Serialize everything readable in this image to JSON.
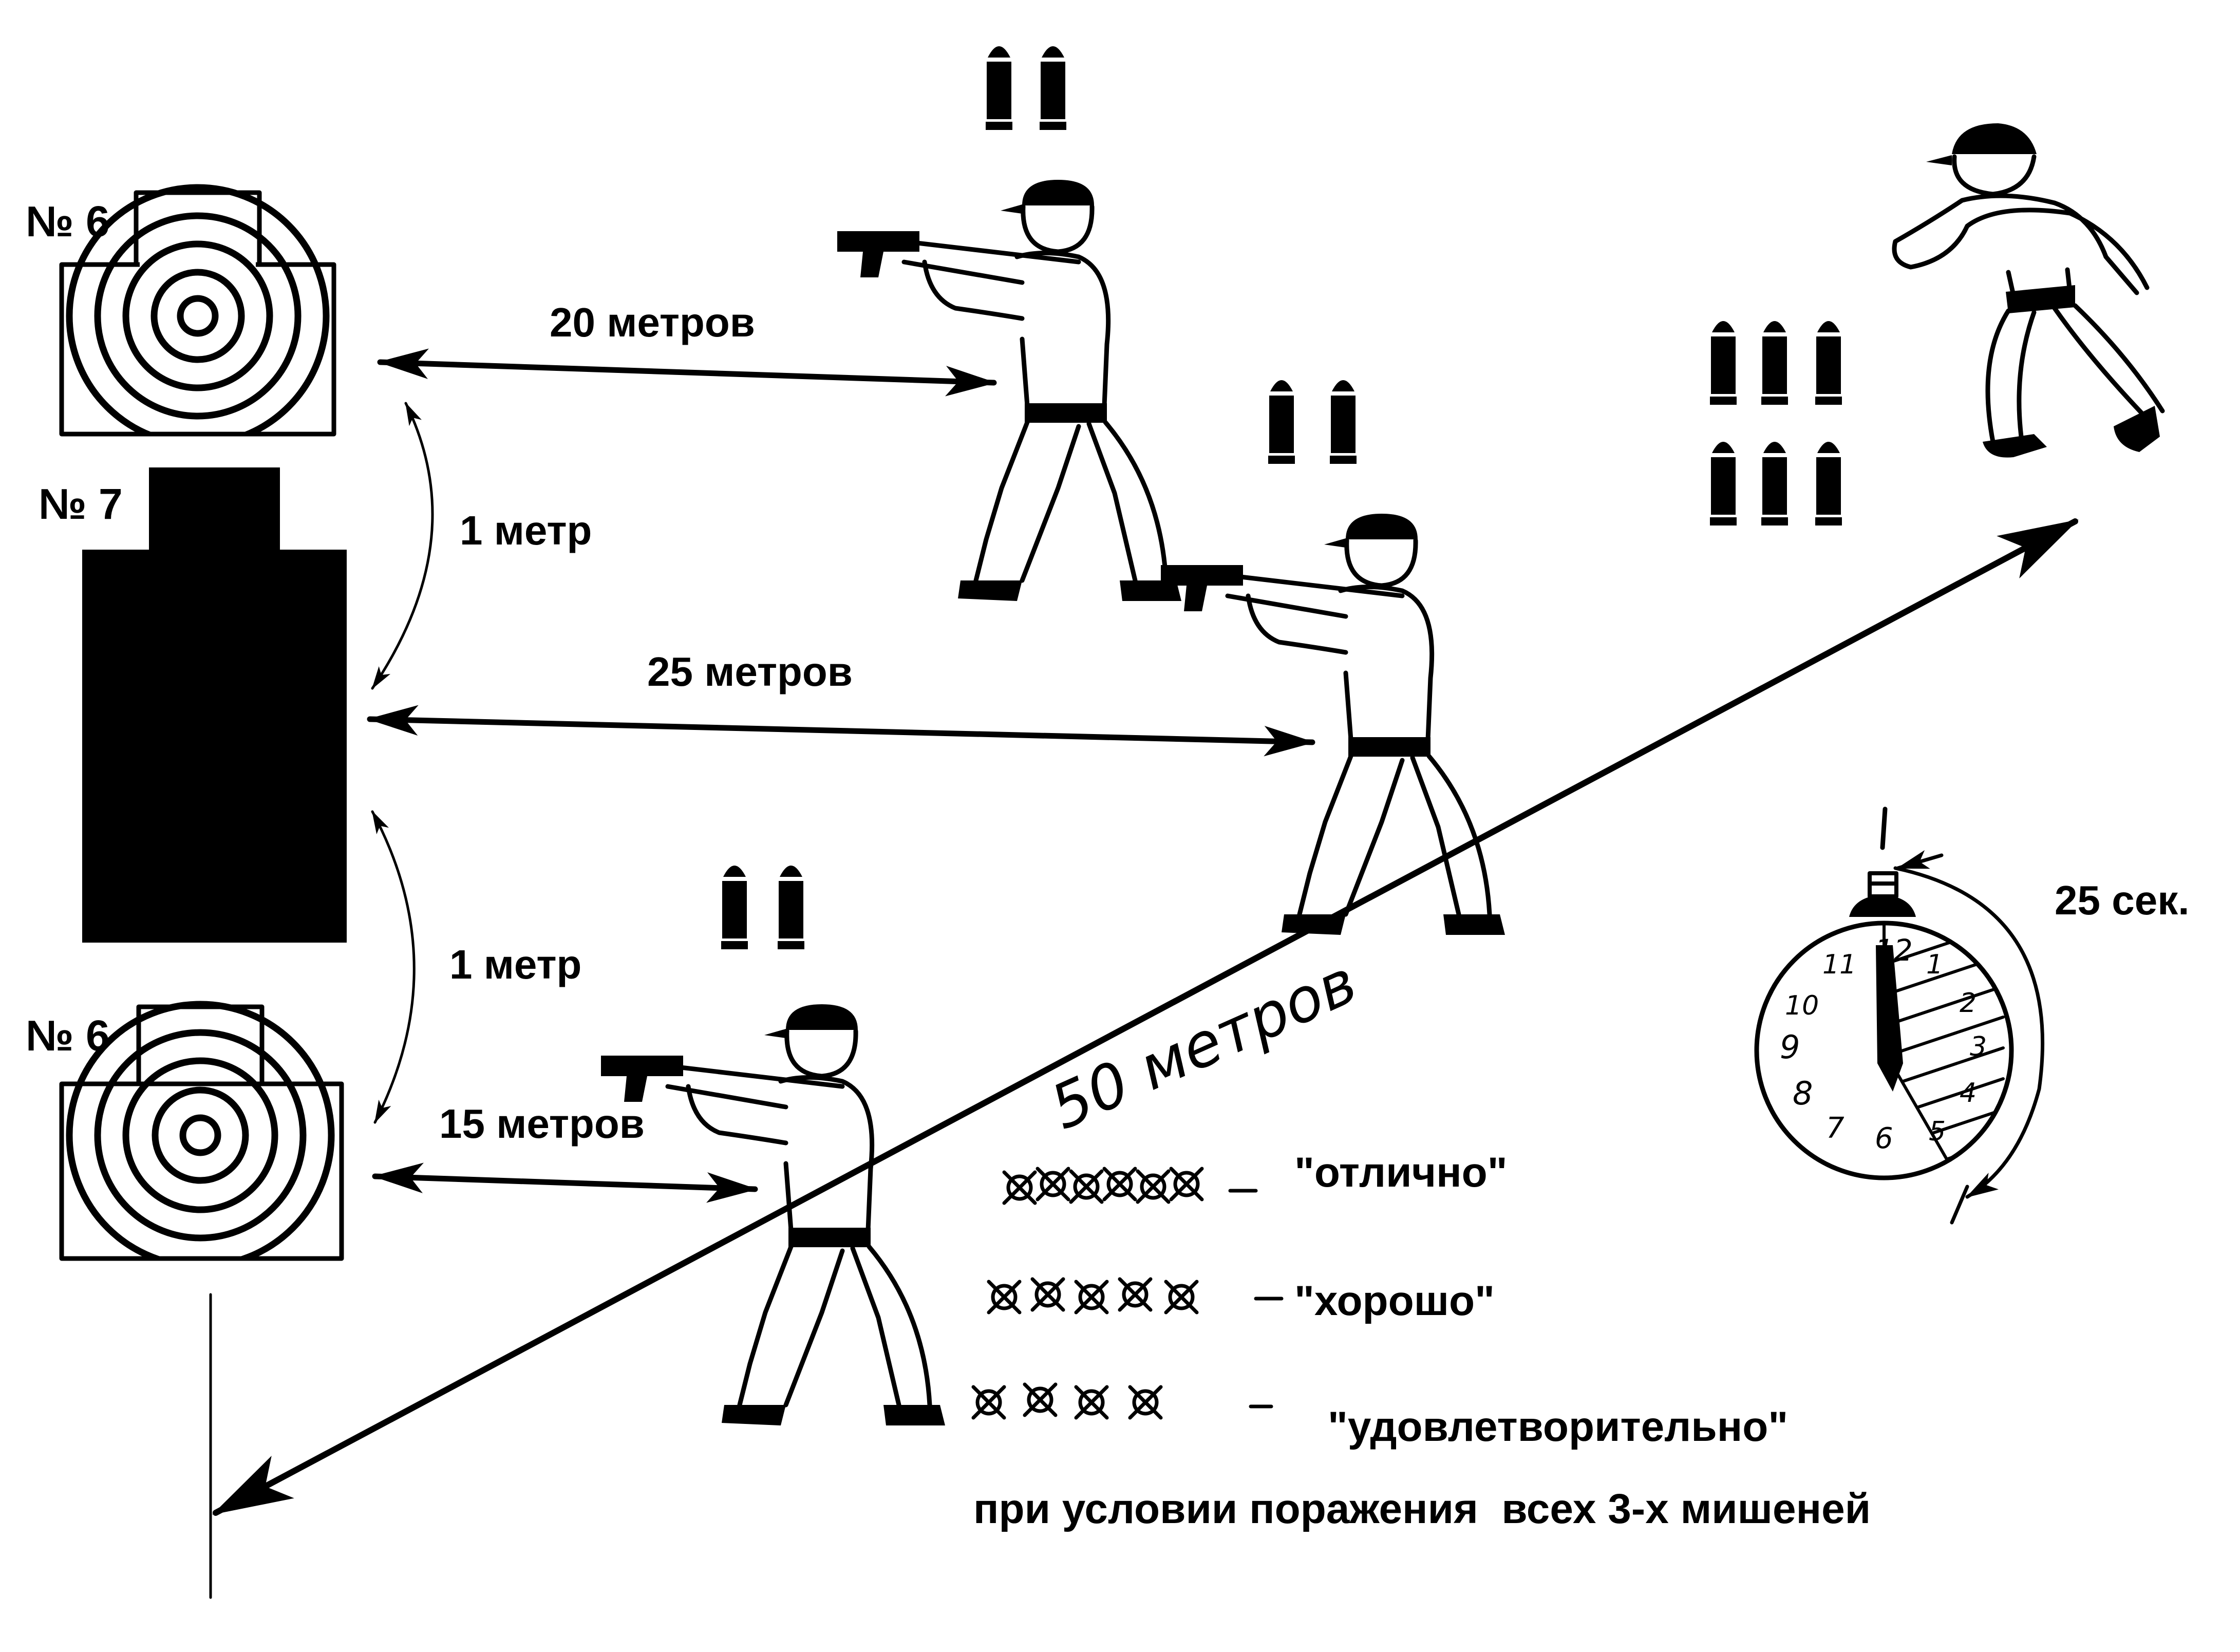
{
  "targets": {
    "top_target_label": "№ 6",
    "middle_target_label": "№ 7",
    "bottom_target_label": "№ 6"
  },
  "distances": {
    "d20": "20 метров",
    "d25": "25 метров",
    "d15": "15 метров",
    "d50": "50 метров",
    "gap_upper": "1 метр",
    "gap_lower": "1 метр"
  },
  "timer": {
    "time_limit": "25 сек.",
    "dial_numbers": [
      "12",
      "1",
      "2",
      "3",
      "4",
      "5",
      "6",
      "7",
      "8",
      "9",
      "10",
      "11"
    ]
  },
  "grading": {
    "excellent": "\"отлично\"",
    "good": "\"хорошо\"",
    "satisfactory": "\"удовлетворительно\"",
    "condition": "при условии поражения  всех 3-х мишеней",
    "excellent_hits": 6,
    "good_hits": 5,
    "satisfactory_hits": 4
  },
  "ammo": {
    "position_20m_rounds": 2,
    "position_25m_rounds": 2,
    "position_15m_rounds": 2,
    "run_rounds": 6
  },
  "icons": {
    "target_6": "concentric-ring-target-icon",
    "target_7": "silhouette-target-icon",
    "shooter": "shooter-aiming-pistol-icon",
    "runner": "running-man-icon",
    "cartridge": "cartridge-icon",
    "stopwatch": "stopwatch-icon",
    "hit_mark": "crossed-circle-hit-icon"
  }
}
